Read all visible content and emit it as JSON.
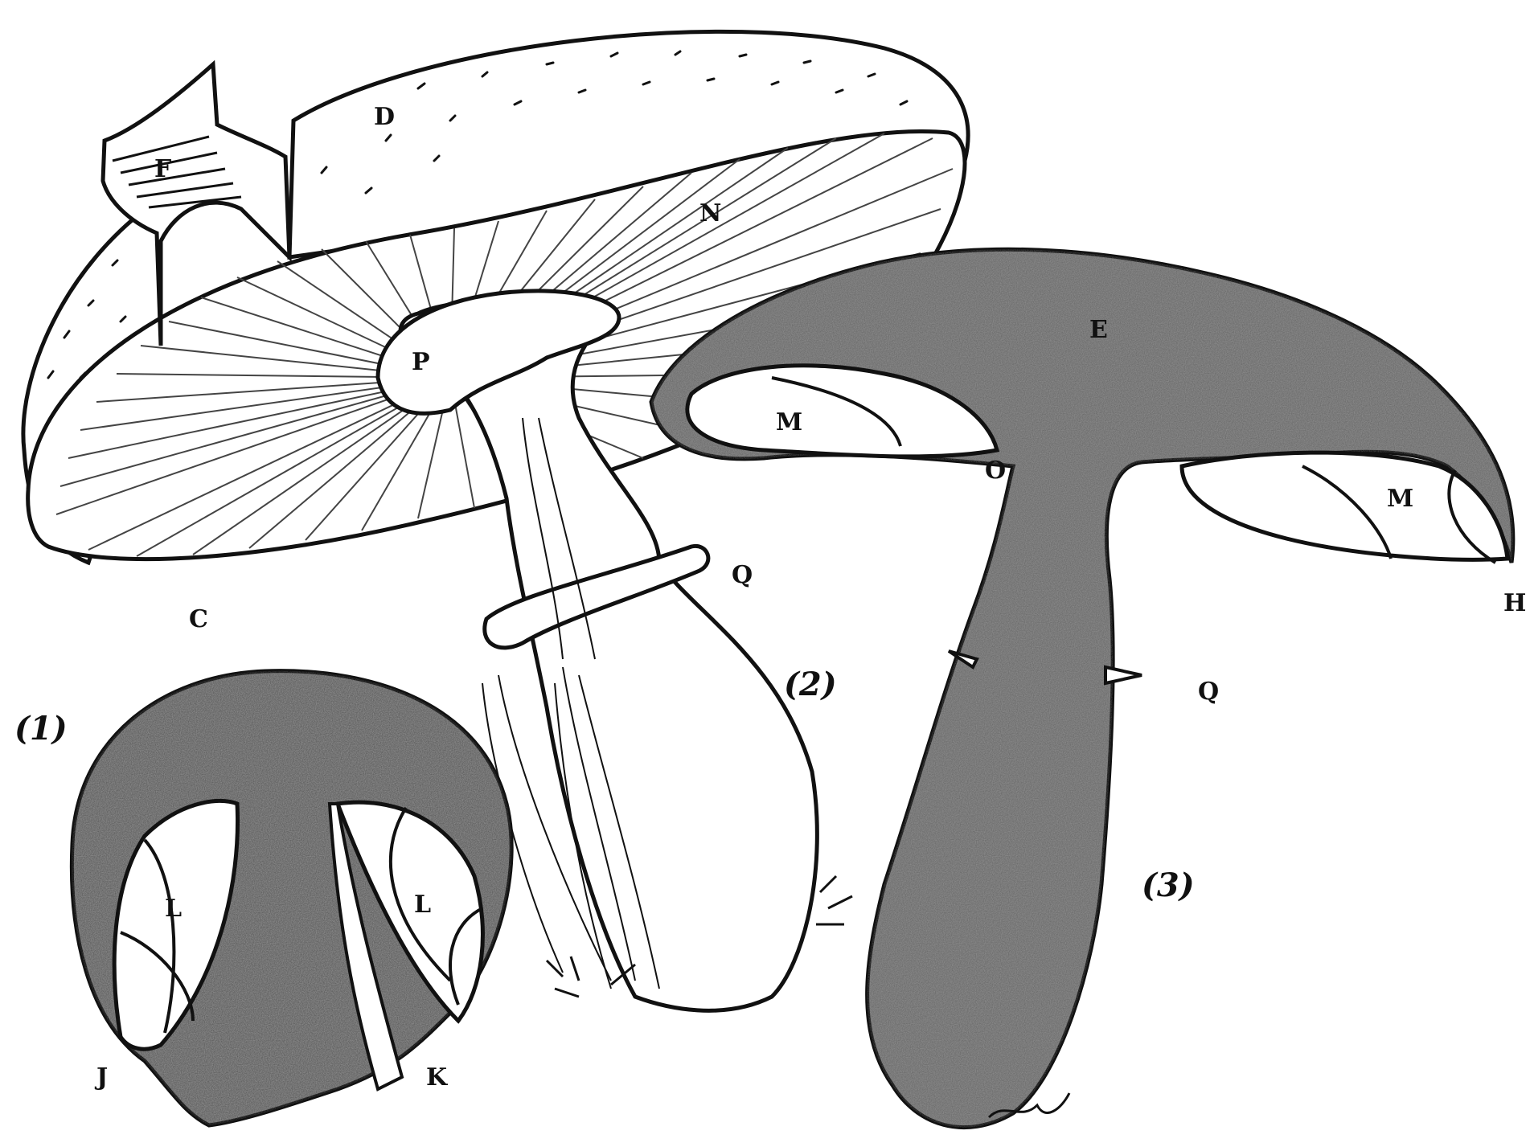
{
  "colors": {
    "ink": "#111111",
    "paper": "#ffffff",
    "shade": "#8a8a8a",
    "gill": "#444444"
  },
  "figures": {
    "fig1": "(1)",
    "fig2": "(2)",
    "fig3": "(3)"
  },
  "labels": {
    "C": "C",
    "D": "D",
    "E": "E",
    "F": "F",
    "H": "H",
    "J": "J",
    "K": "K",
    "L1": "L",
    "L2": "L",
    "M1": "M",
    "M2": "M",
    "N": "N",
    "O": "O",
    "P": "P",
    "Q1": "Q",
    "Q2": "Q"
  }
}
